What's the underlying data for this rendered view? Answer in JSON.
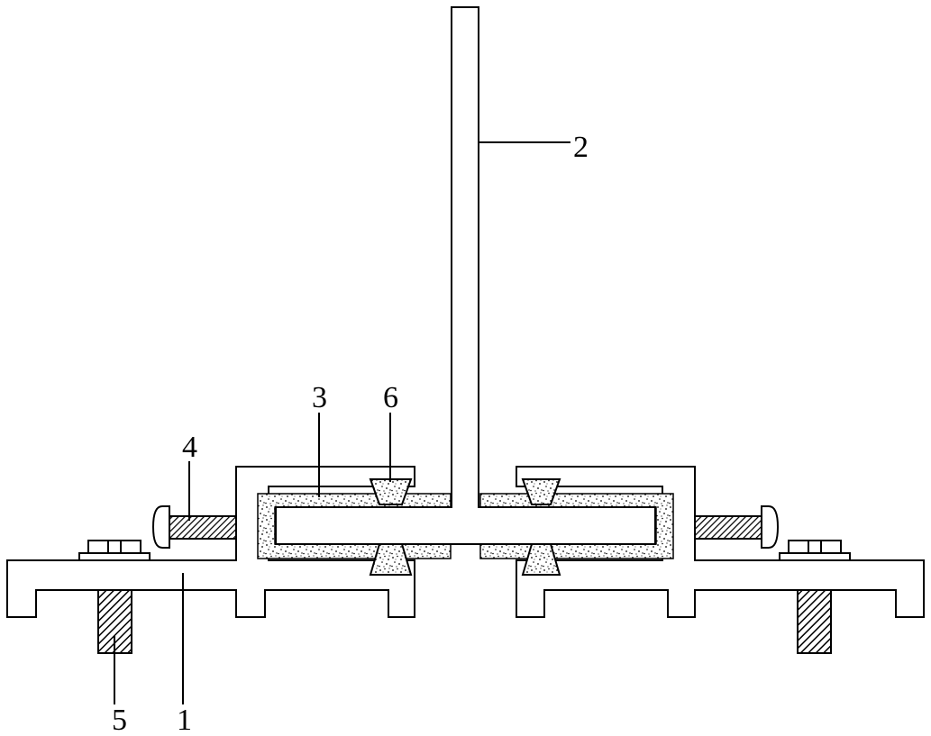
{
  "labels": {
    "base_plate": "1",
    "vertical_post": "2",
    "friction_liner": "3",
    "adjust_screw": "4",
    "anchor_bolt": "5",
    "wedge_block": "6"
  },
  "colors": {
    "line": "#000000",
    "background": "#ffffff",
    "speckle": "#000000"
  }
}
